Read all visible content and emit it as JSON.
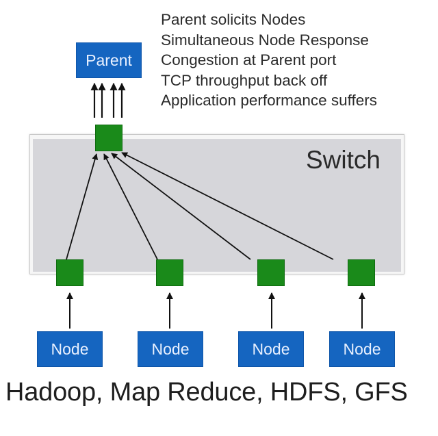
{
  "diagram": {
    "parent": {
      "label": "Parent"
    },
    "bullets": [
      "Parent solicits Nodes",
      "Simultaneous Node Response",
      "Congestion at Parent port",
      "TCP throughput back off",
      "Application performance suffers"
    ],
    "switch": {
      "label": "Switch"
    },
    "nodes": [
      {
        "label": "Node"
      },
      {
        "label": "Node"
      },
      {
        "label": "Node"
      },
      {
        "label": "Node"
      }
    ],
    "caption": "Hadoop, Map Reduce, HDFS, GFS",
    "colors": {
      "node_blue": "#1565c0",
      "port_green": "#1a8a1a",
      "switch_gray": "#d6d6da"
    }
  }
}
